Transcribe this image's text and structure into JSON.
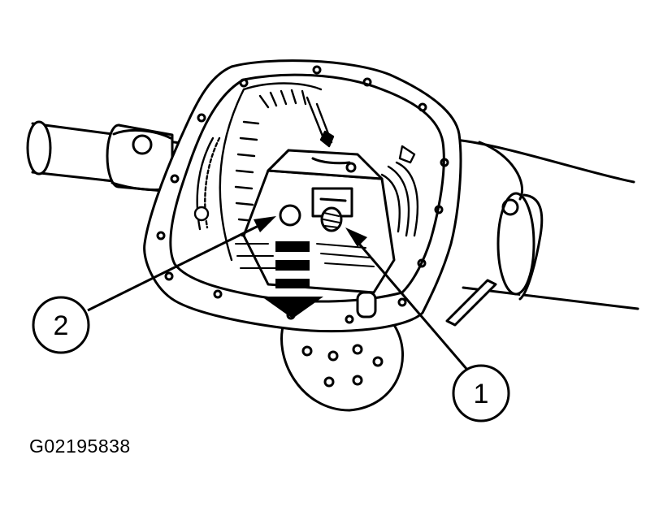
{
  "figure": {
    "id": "G02195838",
    "callouts": [
      {
        "label": "1",
        "target": "gear-hole-plug"
      },
      {
        "label": "2",
        "target": "pinion-shaft-hole"
      }
    ],
    "stroke_color": "#000000",
    "fill_color": "#ffffff",
    "arrow_icon": "arrow-down-icon"
  }
}
